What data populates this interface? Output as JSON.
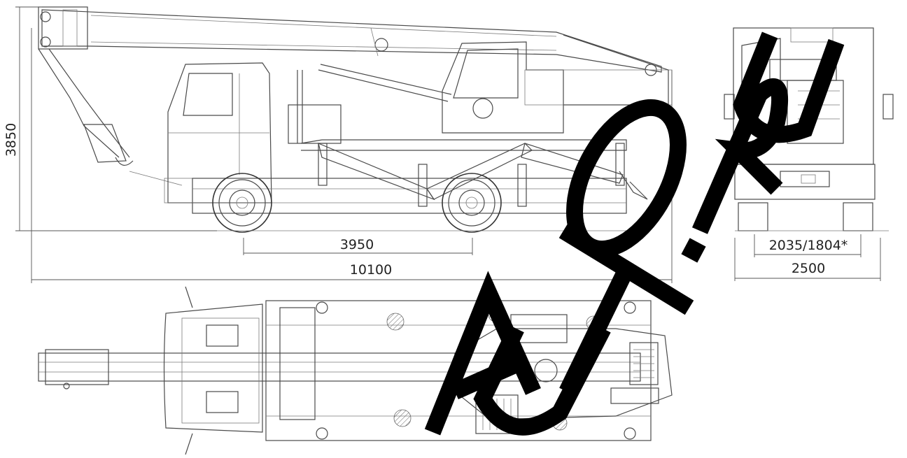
{
  "dimensions": {
    "height": "3850",
    "wheelbase": "3950",
    "overall_length": "10100",
    "track_width": "2035/1804*",
    "overall_width": "2500"
  },
  "watermark": {
    "text": "AUTO.RU",
    "color": "#000000"
  },
  "colors": {
    "line": "#4a4a4a",
    "background": "#ffffff"
  }
}
